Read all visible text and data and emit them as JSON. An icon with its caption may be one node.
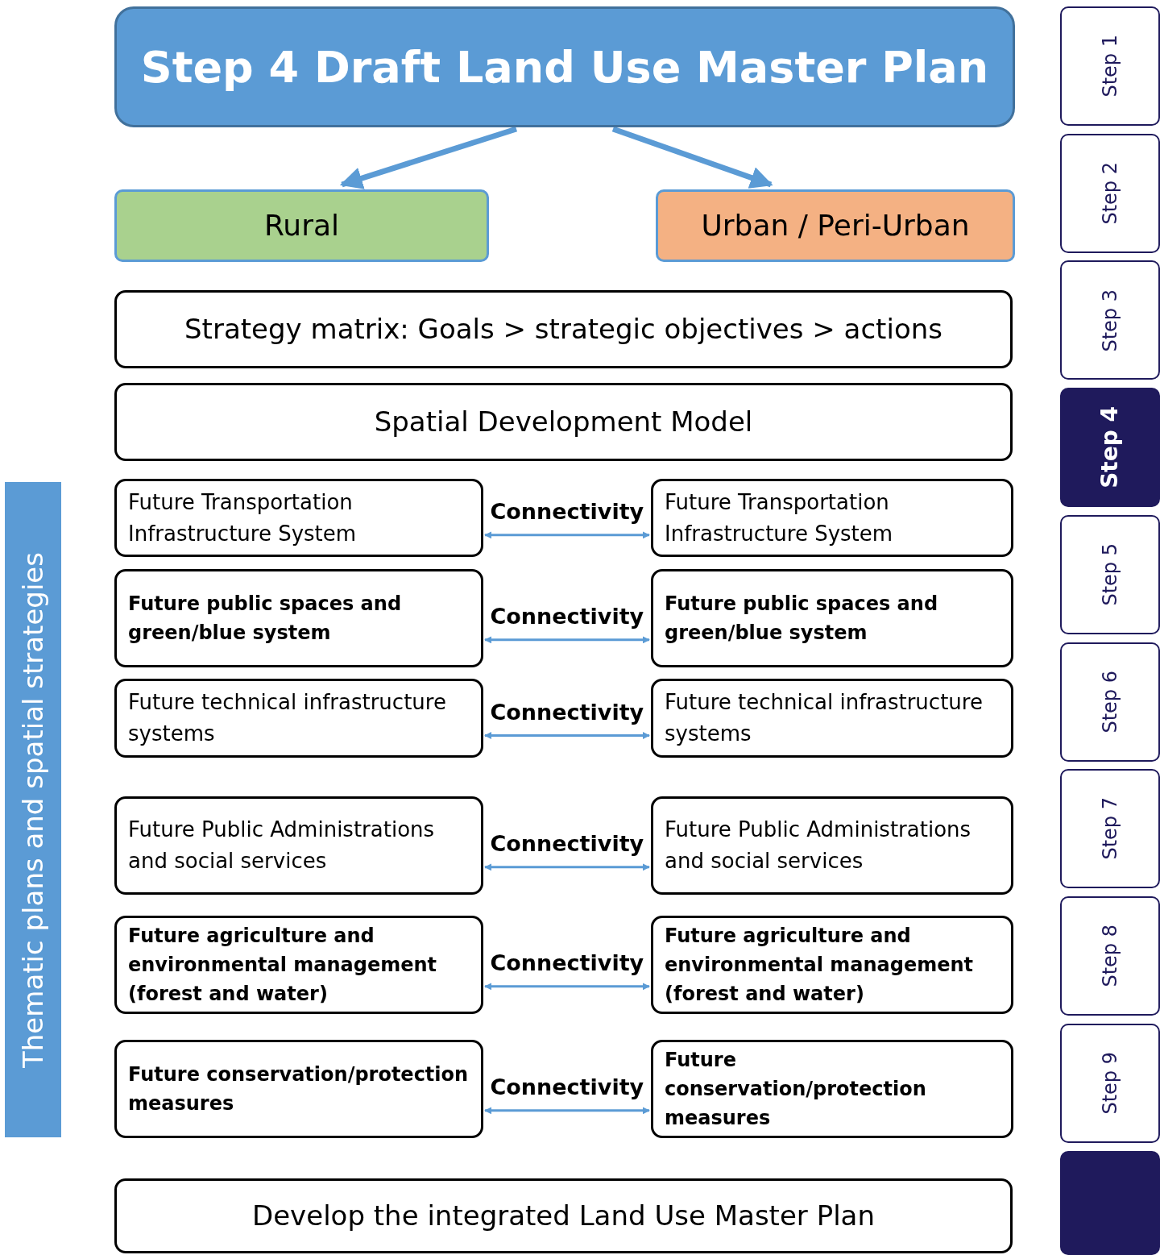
{
  "diagram": {
    "nodes": [
      {
        "text": [
          "Step 4 Draft Land Use Master Plan"
        ]
      },
      {
        "text": [
          "Rural"
        ]
      },
      {
        "text": [
          "Urban / Peri-Urban"
        ]
      },
      {
        "text": [
          "Strategy matrix: Goals > strategic objectives > actions"
        ]
      },
      {
        "text": [
          "Spatial Development Model"
        ]
      },
      {
        "text": [
          "Thematic plans and spatial strategies"
        ]
      },
      {
        "text": [
          "Future Transportation Infrastructure System"
        ]
      },
      {
        "text": [
          "Future Transportation Infrastructure System"
        ]
      },
      {
        "text": [
          "Future public spaces and green/blue system"
        ]
      },
      {
        "text": [
          "Future public spaces and green/blue system"
        ]
      },
      {
        "text": [
          "Future technical infrastructure systems"
        ]
      },
      {
        "text": [
          "Future technical infrastructure systems"
        ]
      },
      {
        "text": [
          "Future Public Administrations and social services"
        ]
      },
      {
        "text": [
          "Future Public Administrations and social services"
        ]
      },
      {
        "text": [
          "Future agriculture and environmental management (forest and water)"
        ]
      },
      {
        "text": [
          "Future agriculture and environmental management (forest and water)"
        ]
      },
      {
        "text": [
          "Future conservation/protection measures"
        ]
      },
      {
        "text": [
          "Future conservation/protection measures"
        ]
      },
      {
        "text": [
          "Develop the integrated Land Use Master Plan"
        ]
      },
      {
        "text": [
          "Step 1"
        ]
      },
      {
        "text": [
          "Step 2"
        ]
      },
      {
        "text": [
          "Step 3"
        ]
      },
      {
        "text": [
          "Step 4"
        ]
      },
      {
        "text": [
          "Step 5"
        ]
      },
      {
        "text": [
          "Step 6"
        ]
      },
      {
        "text": [
          "Step 7"
        ]
      },
      {
        "text": [
          "Step 8"
        ]
      },
      {
        "text": [
          "Step 9"
        ]
      },
      {
        "text": [],
        "shape": "box"
      }
    ],
    "edges": [
      {
        "from": 0,
        "to": 1,
        "arrow": "to",
        "style": "thick"
      },
      {
        "from": 0,
        "to": 2,
        "arrow": "to",
        "style": "thick"
      },
      {
        "from": 6,
        "to": 7,
        "arrow": "both",
        "label": "Connectivity"
      },
      {
        "from": 8,
        "to": 9,
        "arrow": "both",
        "label": "Connectivity"
      },
      {
        "from": 10,
        "to": 11,
        "arrow": "both",
        "label": "Connectivity"
      },
      {
        "from": 12,
        "to": 13,
        "arrow": "both",
        "label": "Connectivity"
      },
      {
        "from": 14,
        "to": 15,
        "arrow": "both",
        "label": "Connectivity"
      },
      {
        "from": 16,
        "to": 17,
        "arrow": "both",
        "label": "Connectivity"
      }
    ]
  }
}
